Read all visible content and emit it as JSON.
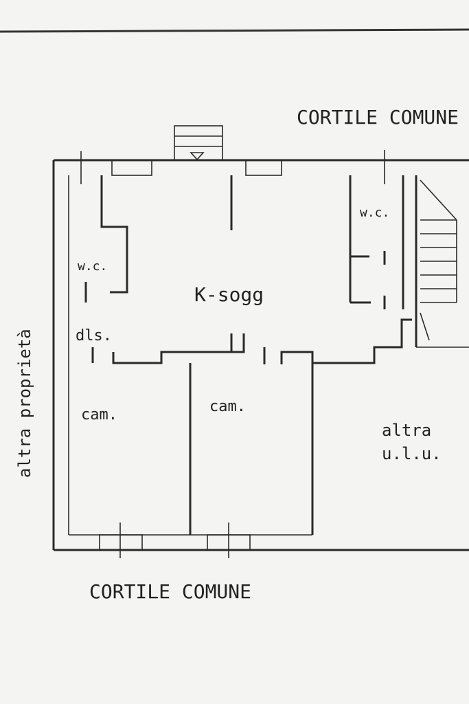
{
  "labels": {
    "top_courtyard": "CORTILE COMUNE",
    "bottom_courtyard": "CORTILE COMUNE",
    "side_property": "altra proprietà",
    "kitchen_living": "K-sogg",
    "wc_left": "w.c.",
    "wc_right": "w.c.",
    "closet": "dls.",
    "room_left": "cam.",
    "room_center": "cam.",
    "other_unit_line1": "altra",
    "other_unit_line2": "u.l.u."
  },
  "colors": {
    "paper": "#f4f4f2",
    "ink": "#2a2a2a"
  }
}
